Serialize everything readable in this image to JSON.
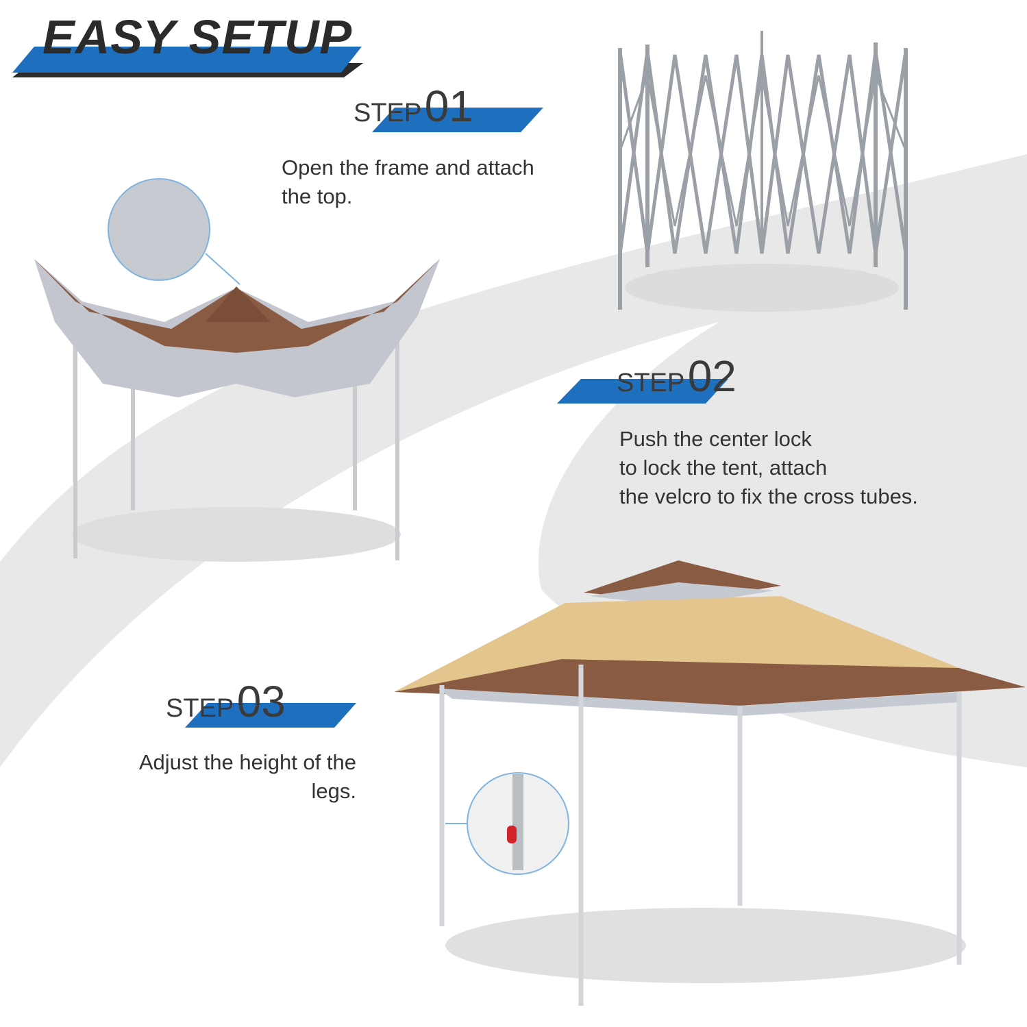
{
  "title": "EASY SETUP",
  "steps": [
    {
      "word": "STEP",
      "number": "01",
      "lines": [
        "Open the frame and attach",
        "the top."
      ]
    },
    {
      "word": "STEP",
      "number": "02",
      "lines": [
        "Push the center lock",
        "to lock the tent, attach",
        "the velcro to fix the cross tubes."
      ]
    },
    {
      "word": "STEP",
      "number": "03",
      "lines": [
        "Adjust the height of the",
        "legs."
      ]
    }
  ],
  "colors": {
    "accent_blue": "#1f6fbf",
    "dark_gray": "#2b2b2b",
    "canopy_tan": "#e3c58d",
    "canopy_brown": "#8a5b43",
    "frame_gray": "#a8adb3"
  }
}
